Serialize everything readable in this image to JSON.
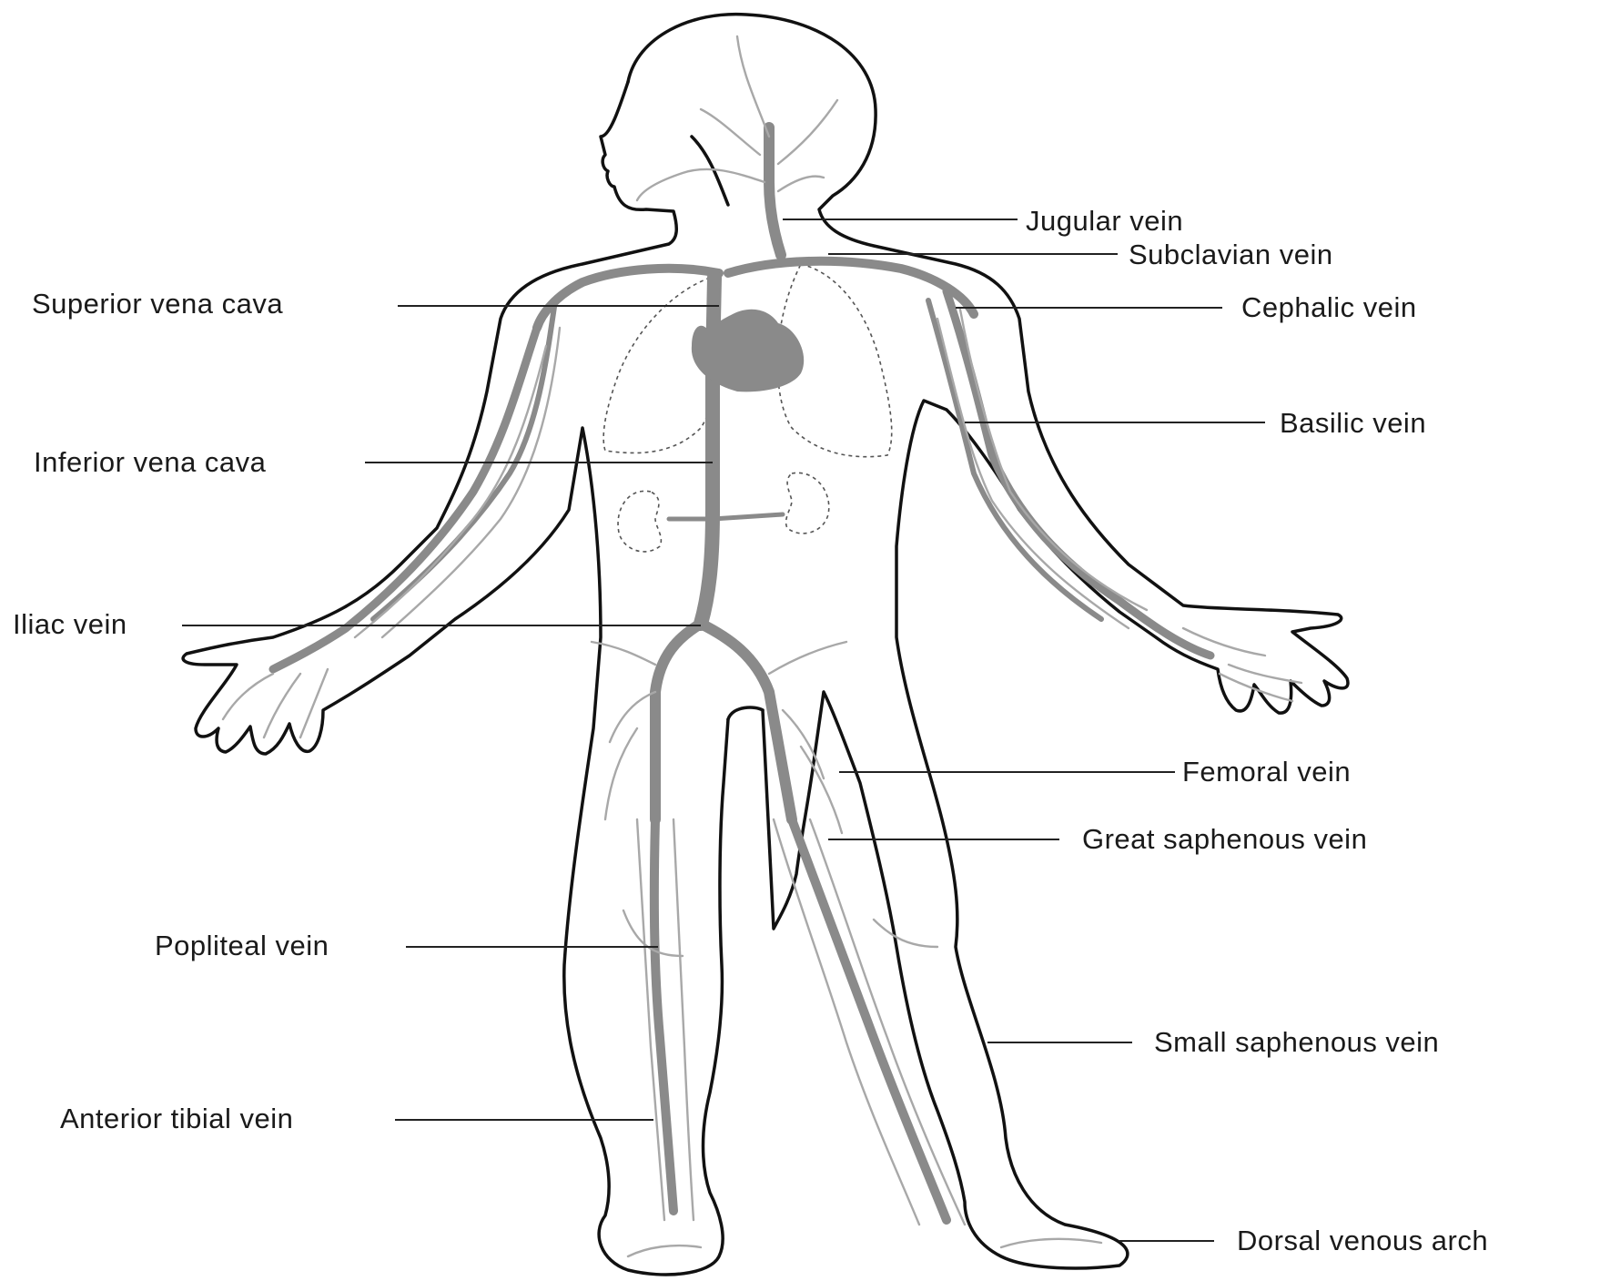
{
  "labels": {
    "jugular_vein": "Jugular vein",
    "subclavian_vein": "Subclavian vein",
    "superior_vena_cava": "Superior vena cava",
    "cephalic_vein": "Cephalic vein",
    "basilic_vein": "Basilic vein",
    "inferior_vena_cava": "Inferior vena cava",
    "iliac_vein": "Iliac vein",
    "femoral_vein": "Femoral vein",
    "great_saphenous_vein": "Great saphenous vein",
    "popliteal_vein": "Popliteal vein",
    "small_saphenous_vein": "Small saphenous vein",
    "anterior_tibial_vein": "Anterior tibial vein",
    "dorsal_venous_arch": "Dorsal venous arch"
  },
  "colors": {
    "outline": "#111111",
    "vein": "#8a8a8a",
    "vein_light": "#a8a8a8",
    "organ_dotted": "#555555",
    "leader": "#222222"
  }
}
